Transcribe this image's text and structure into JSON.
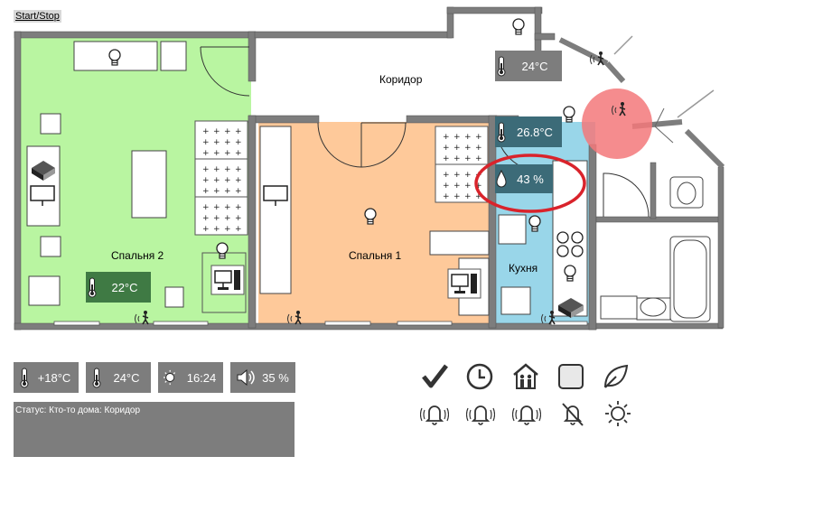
{
  "toolbar": {
    "start_stop": "Start/Stop"
  },
  "rooms": {
    "bedroom2": "Спальня 2",
    "bedroom1": "Спальня 1",
    "corridor": "Коридор",
    "kitchen": "Кухня"
  },
  "sensors": {
    "bedroom2_temp": "22°C",
    "corridor_temp": "24°C",
    "kitchen_temp": "26.8°C",
    "kitchen_humidity": "43 %"
  },
  "summary": {
    "outdoor_temp": "+18°C",
    "indoor_temp": "24°C",
    "time": "16:24",
    "volume": "35 %"
  },
  "status": {
    "text": "Статус: Кто-то дома: Коридор"
  },
  "colors": {
    "bedroom2": "#b9f5a1",
    "bedroom1": "#fec99a",
    "kitchen": "#99d6e9",
    "motion_alert": "#f3787a",
    "highlight_ring": "#d9232b",
    "tile": "#7d7d7d"
  },
  "controls": {
    "row1": [
      "check-icon",
      "clock-icon",
      "family-home-icon",
      "square-icon",
      "leaf-icon"
    ],
    "row2": [
      "alarm-bell-icon",
      "alarm-bell-icon",
      "alarm-bell-icon",
      "bell-off-icon",
      "sun-icon"
    ]
  }
}
